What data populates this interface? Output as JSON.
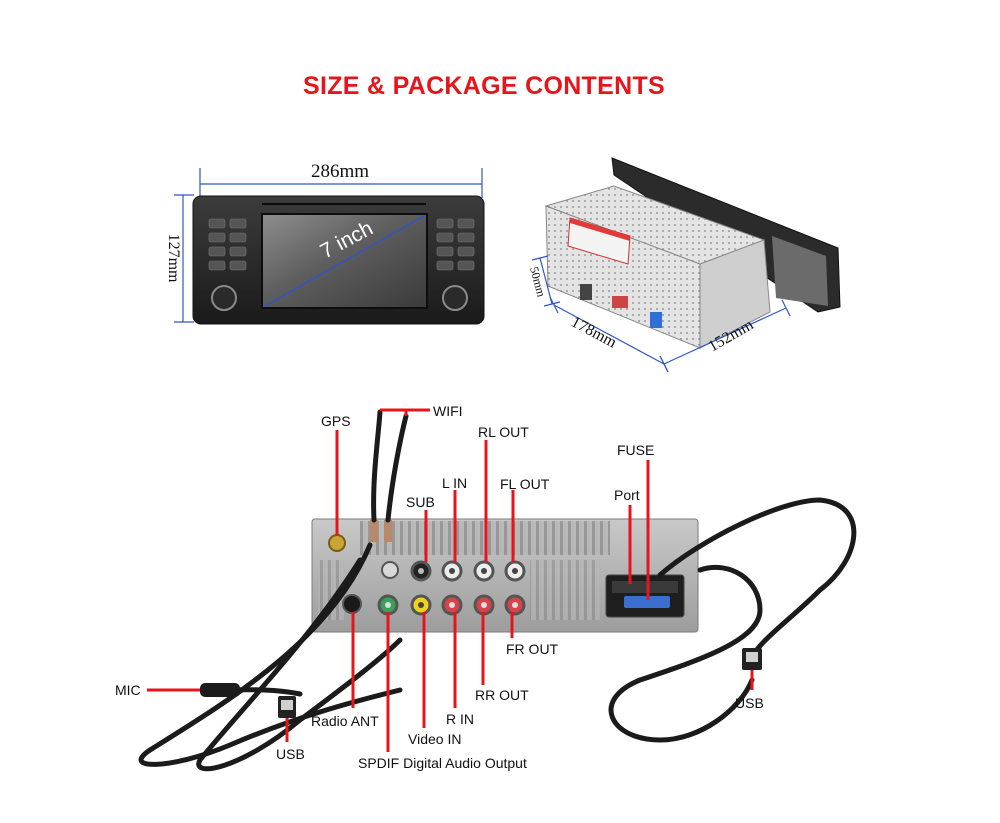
{
  "title": "SIZE & PACKAGE CONTENTS",
  "colors": {
    "title": "#e8141b",
    "callout": "#e8141b",
    "dimension": "#2f56c8",
    "label": "#111111"
  },
  "front_view": {
    "width_dim": "286mm",
    "height_dim": "127mm",
    "screen_label": "7 inch"
  },
  "side_view": {
    "depth_dim": "50mm",
    "width_dim": "178mm",
    "length_dim": "152mm"
  },
  "connectors": {
    "gps": "GPS",
    "wifi": "WIFI",
    "rl_out": "RL OUT",
    "l_in": "L IN",
    "sub": "SUB",
    "fl_out": "FL OUT",
    "fuse": "FUSE",
    "port": "Port",
    "fr_out": "FR OUT",
    "mic": "MIC",
    "rr_out": "RR OUT",
    "usb_right": "USB",
    "radio_ant": "Radio ANT",
    "r_in": "R IN",
    "usb_left": "USB",
    "video_in": "Video IN",
    "spdif": "SPDIF Digital Audio Output"
  }
}
